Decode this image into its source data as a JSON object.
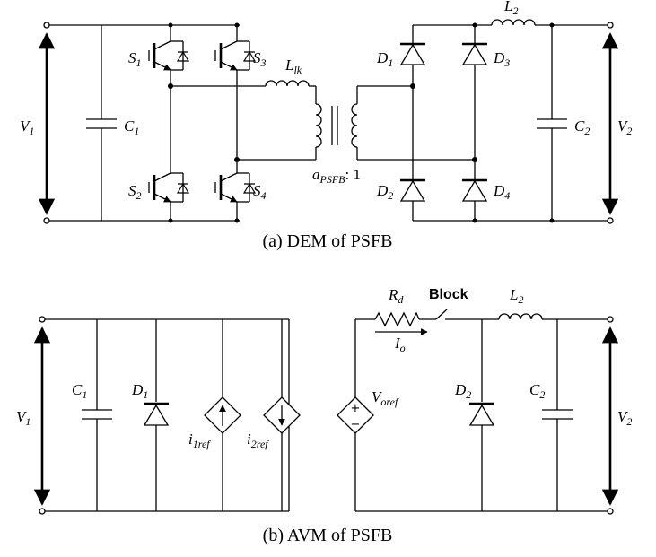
{
  "captions": {
    "a": "(a)  DEM  of  PSFB",
    "b": "(b)  AVM  of  PSFB"
  },
  "dem": {
    "v1": {
      "base": "V",
      "sub": "1"
    },
    "v2": {
      "base": "V",
      "sub": "2"
    },
    "c1": {
      "base": "C",
      "sub": "1"
    },
    "c2": {
      "base": "C",
      "sub": "2"
    },
    "s1": {
      "base": "S",
      "sub": "1"
    },
    "s2": {
      "base": "S",
      "sub": "2"
    },
    "s3": {
      "base": "S",
      "sub": "3"
    },
    "s4": {
      "base": "S",
      "sub": "4"
    },
    "d1": {
      "base": "D",
      "sub": "1"
    },
    "d2": {
      "base": "D",
      "sub": "2"
    },
    "d3": {
      "base": "D",
      "sub": "3"
    },
    "d4": {
      "base": "D",
      "sub": "4"
    },
    "l2": {
      "base": "L",
      "sub": "2"
    },
    "llk": {
      "base": "L",
      "sub": "lk"
    },
    "ratio": {
      "base": "a",
      "sub": "PSFB",
      "tail": ": 1"
    }
  },
  "avm": {
    "v1": {
      "base": "V",
      "sub": "1"
    },
    "v2": {
      "base": "V",
      "sub": "2"
    },
    "c1": {
      "base": "C",
      "sub": "1"
    },
    "c2": {
      "base": "C",
      "sub": "2"
    },
    "d1": {
      "base": "D",
      "sub": "1"
    },
    "d2": {
      "base": "D",
      "sub": "2"
    },
    "l2": {
      "base": "L",
      "sub": "2"
    },
    "rd": {
      "base": "R",
      "sub": "d"
    },
    "io": {
      "base": "I",
      "sub": "o"
    },
    "i1ref": {
      "base": "i",
      "sub": "1ref"
    },
    "i2ref": {
      "base": "i",
      "sub": "2ref"
    },
    "voref": {
      "base": "V",
      "sub": "oref"
    },
    "block": "Block",
    "plus": "+",
    "minus": "−"
  }
}
